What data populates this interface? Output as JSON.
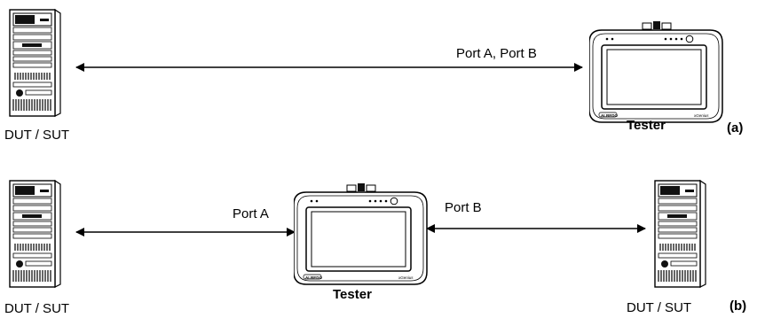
{
  "panel_a": {
    "dut_label": "DUT / SUT",
    "port_label": "Port A, Port B",
    "tester_label": "Tester",
    "panel_letter": "(a)"
  },
  "panel_b": {
    "dut_left_label": "DUT / SUT",
    "port_a_label": "Port A",
    "port_b_label": "Port B",
    "tester_label": "Tester",
    "dut_right_label": "DUT / SUT",
    "panel_letter": "(b)"
  },
  "tester_branding": {
    "logo_text": "ALBEDO",
    "model_text": "xGenius"
  },
  "icons": [
    "server-tower-icon",
    "tester-device-icon",
    "double-arrow-icon"
  ]
}
